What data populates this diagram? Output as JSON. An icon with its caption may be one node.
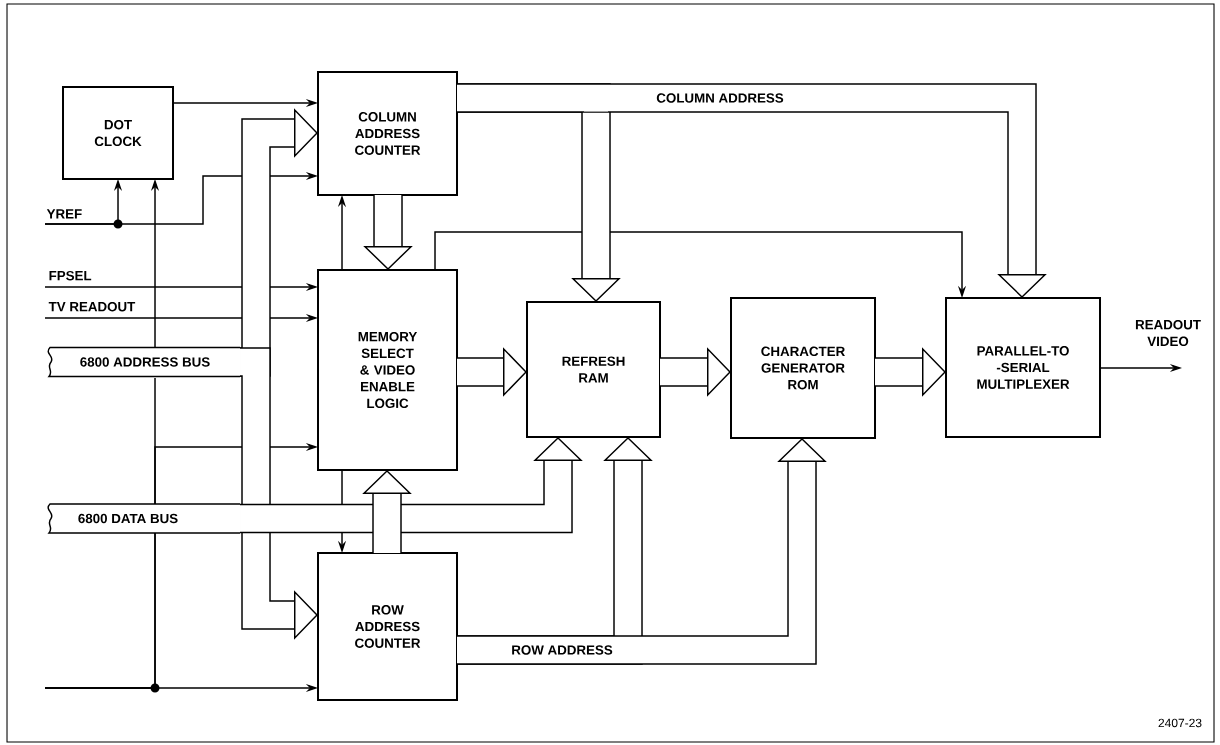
{
  "diagram": {
    "nodes": [
      {
        "text": [
          "DOT CLOCK"
        ]
      },
      {
        "text": [
          "COLUMN ADDRESS COUNTER"
        ]
      },
      {
        "text": [
          "MEMORY SELECT & VIDEO ENABLE LOGIC"
        ]
      },
      {
        "text": [
          "REFRESH RAM"
        ]
      },
      {
        "text": [
          "CHARACTER GENERATOR ROM"
        ]
      },
      {
        "text": [
          "PARALLEL-TO -SERIAL MULTIPLEXER"
        ]
      },
      {
        "text": [
          "ROW ADDRESS COUNTER"
        ]
      },
      {
        "text": [
          "6800 ADDRESS BUS"
        ]
      },
      {
        "text": [
          "6800 DATA BUS"
        ]
      },
      {
        "text": [
          "YREF"
        ]
      },
      {
        "text": [
          "FPSEL"
        ]
      },
      {
        "text": [
          "TV READOUT"
        ]
      },
      {
        "text": [
          "READOUT VIDEO"
        ]
      }
    ],
    "edges": [
      {
        "from": 0,
        "to": 1,
        "arrow": "to"
      },
      {
        "from": 9,
        "to": 0,
        "arrow": "to"
      },
      {
        "from": 9,
        "to": 1,
        "arrow": "to"
      },
      {
        "from": 10,
        "to": 2,
        "arrow": "to"
      },
      {
        "from": 11,
        "to": 2,
        "arrow": "to"
      },
      {
        "from": 7,
        "to": 1,
        "arrow": "to",
        "style": "thick"
      },
      {
        "from": 7,
        "to": 6,
        "arrow": "to",
        "style": "thick"
      },
      {
        "from": null,
        "to": 0,
        "arrow": "to"
      },
      {
        "from": null,
        "to": 2,
        "arrow": "to"
      },
      {
        "from": null,
        "to": 6,
        "arrow": "to"
      },
      {
        "from": 1,
        "to": 2,
        "arrow": "to",
        "style": "thick"
      },
      {
        "from": 2,
        "to": 1,
        "arrow": "to"
      },
      {
        "from": 2,
        "to": 6,
        "arrow": "to"
      },
      {
        "from": 6,
        "to": 2,
        "arrow": "to",
        "style": "thick"
      },
      {
        "from": 2,
        "to": 3,
        "arrow": "to",
        "style": "thick"
      },
      {
        "from": 8,
        "to": 3,
        "arrow": "to",
        "style": "thick"
      },
      {
        "from": 1,
        "to": 3,
        "arrow": "to",
        "style": "thick"
      },
      {
        "from": 1,
        "to": 5,
        "arrow": "to",
        "style": "thick",
        "label": "COLUMN ADDRESS"
      },
      {
        "from": 2,
        "to": 5,
        "arrow": "to"
      },
      {
        "from": 3,
        "to": 4,
        "arrow": "to",
        "style": "thick"
      },
      {
        "from": 4,
        "to": 5,
        "arrow": "to",
        "style": "thick"
      },
      {
        "from": 5,
        "to": 12,
        "arrow": "to"
      },
      {
        "from": 6,
        "to": 3,
        "arrow": "to",
        "style": "thick"
      },
      {
        "from": 6,
        "to": 4,
        "arrow": "to",
        "style": "thick",
        "label": "ROW ADDRESS"
      }
    ],
    "labels": [
      "2407-23"
    ]
  }
}
